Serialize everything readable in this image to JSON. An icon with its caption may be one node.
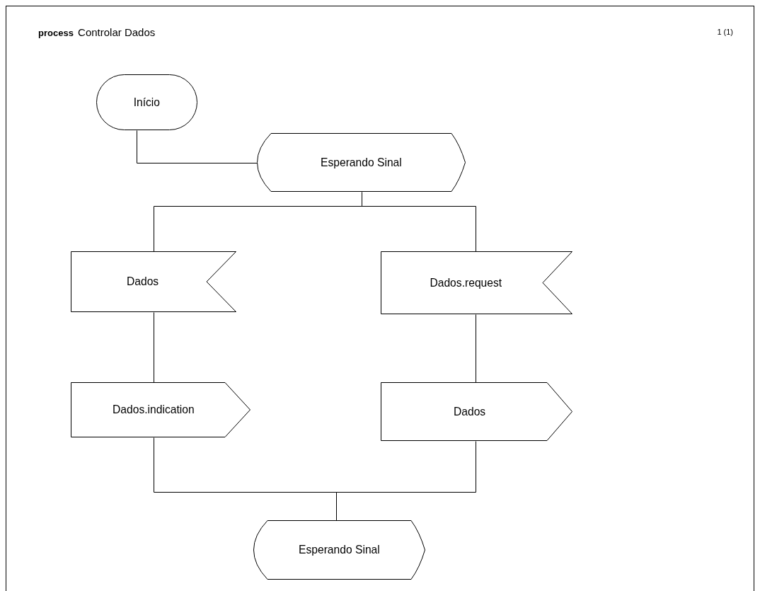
{
  "diagram": {
    "title": "**process** Controlar Dados",
    "nodes": [
      {
        "text": [
          "Início"
        ]
      },
      {
        "text": [
          "Esperando Sinal"
        ]
      },
      {
        "text": [
          "Dados"
        ]
      },
      {
        "text": [
          "Dados.request"
        ]
      },
      {
        "text": [
          "Dados.indication"
        ]
      },
      {
        "text": [
          "Dados"
        ]
      },
      {
        "text": [
          "Esperando Sinal"
        ]
      }
    ],
    "edges": [
      {
        "from": 0,
        "to": 1,
        "arrow": "none"
      },
      {
        "from": 1,
        "to": 2,
        "arrow": "none"
      },
      {
        "from": 1,
        "to": 3,
        "arrow": "none"
      },
      {
        "from": 2,
        "to": 4,
        "arrow": "none"
      },
      {
        "from": 3,
        "to": 5,
        "arrow": "none"
      },
      {
        "from": 4,
        "to": 6,
        "arrow": "none"
      },
      {
        "from": 5,
        "to": 6,
        "arrow": "none"
      }
    ],
    "labels": [
      "1 (1)"
    ]
  }
}
